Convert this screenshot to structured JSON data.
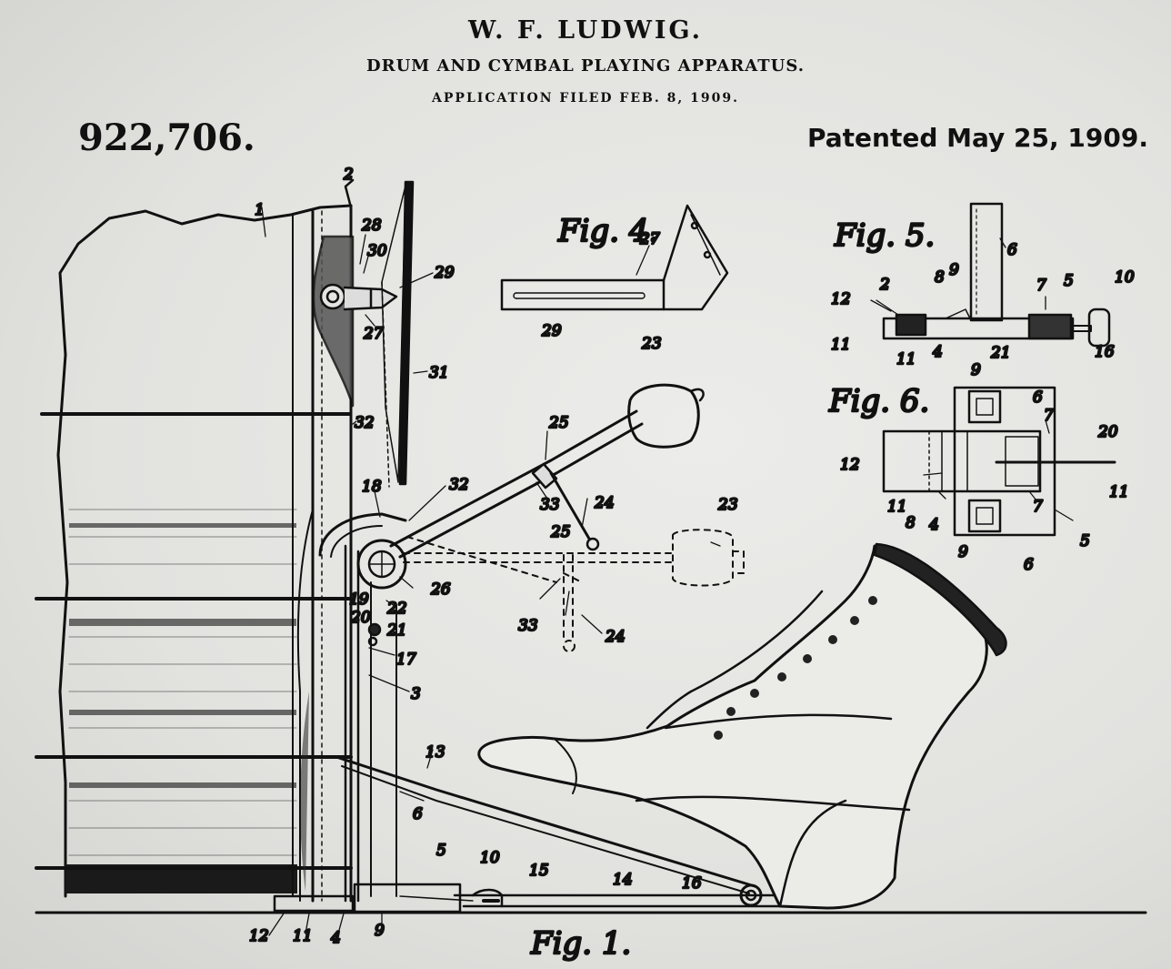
{
  "header": {
    "inventor": "W. F. LUDWIG.",
    "title": "DRUM AND CYMBAL PLAYING APPARATUS.",
    "filed": "APPLICATION FILED FEB. 8, 1909.",
    "patent_number": "922,706.",
    "patent_date": "Patented May 25, 1909."
  },
  "figures": {
    "fig1": "Fig. 1.",
    "fig4": "Fig. 4.",
    "fig5": "Fig. 5.",
    "fig6": "Fig. 6."
  },
  "fig1_labels": {
    "l1": "1",
    "l2": "2",
    "l28": "28",
    "l30": "30",
    "l29": "29",
    "l27": "27",
    "l31": "31",
    "l32a": "32",
    "l18": "18",
    "l32b": "32",
    "l25a": "25",
    "l23a": "23",
    "l33a": "33",
    "l24a": "24",
    "l25b": "25",
    "l23b": "23",
    "l26": "26",
    "l19": "19",
    "l22": "22",
    "l20": "20",
    "l21": "21",
    "l17": "17",
    "l3": "3",
    "l33b": "33",
    "l24b": "24",
    "l13": "13",
    "l6": "6",
    "l5": "5",
    "l10": "10",
    "l15": "15",
    "l14": "14",
    "l16": "16",
    "l12": "12",
    "l11": "11",
    "l4": "4",
    "l9": "9"
  },
  "fig4_labels": {
    "l27": "27",
    "l29": "29"
  },
  "fig5_labels": {
    "l6": "6",
    "l8": "8",
    "l9": "9",
    "l2": "2",
    "l7": "7",
    "l5": "5",
    "l12": "12",
    "l11a": "11",
    "l11b": "11",
    "l4": "4",
    "l21": "21",
    "l10": "10",
    "l16": "16"
  },
  "fig6_labels": {
    "l9a": "9",
    "l6a": "6",
    "l7a": "7",
    "l20": "20",
    "l12": "12",
    "l11a": "11",
    "l11b": "11",
    "l8": "8",
    "l4": "4",
    "l7b": "7",
    "l9b": "9",
    "l6b": "6",
    "l5": "5"
  }
}
